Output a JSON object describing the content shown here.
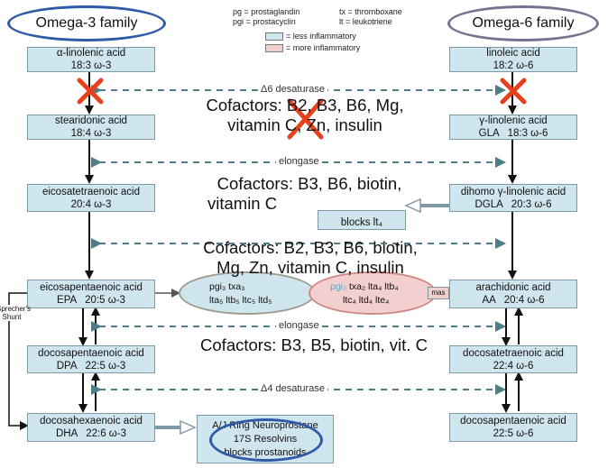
{
  "families": {
    "omega3": "Omega-3 family",
    "omega6": "Omega-6 family"
  },
  "legend": {
    "pg": "pg = prostaglandin",
    "tx": "tx = thromboxane",
    "pgi": "pgi = prostacyclin",
    "lt": "lt = leukotriene",
    "less": "= less inflammatory",
    "more": "= more inflammatory",
    "less_color": "#cfe6ee",
    "more_color": "#f3d0cf"
  },
  "omega3": [
    {
      "name": "α-linolenic acid",
      "code": "18:3 ω-3"
    },
    {
      "name": "stearidonic acid",
      "code": "18:4 ω-3"
    },
    {
      "name": "eicosatetraenoic acid",
      "code": "20:4 ω-3"
    },
    {
      "name": "eicosapentaenoic acid",
      "code": "EPA   20:5 ω-3"
    },
    {
      "name": "docosapentaenoic acid",
      "code": "DPA   22:5 ω-3"
    },
    {
      "name": "docosahexaenoic acid",
      "code": "DHA   22:6 ω-3"
    }
  ],
  "omega6": [
    {
      "name": "linoleic acid",
      "code": "18:2 ω-6"
    },
    {
      "name": "γ-linolenic acid",
      "code": "GLA   18:3 ω-6"
    },
    {
      "name": "dihomo γ-linolenic acid",
      "code": "DGLA   20:3 ω-6"
    },
    {
      "name": "arachidonic acid",
      "code": "AA   20:4 ω-6"
    },
    {
      "name": "docosatetraenoic acid",
      "code": "22:4 ω-6"
    },
    {
      "name": "docosapentaenoic acid",
      "code": "22:5 ω-6"
    }
  ],
  "enzymes": {
    "d6": "Δ6 desaturase",
    "elongase1": "elongase",
    "elongase2": "elongase",
    "d4": "Δ4 desaturase"
  },
  "cofactors": {
    "c1_line1": "Cofactors: B2, B3, B6, Mg,",
    "c1_line2": "vitamin C, Zn, insulin",
    "c2_line1": "Cofactors: B3, B6, biotin,",
    "c2_line2": "vitamin C",
    "c3_line1": "Cofactors: B2, B3, B6, biotin,",
    "c3_line2": "Mg, Zn, vitamin C, insulin",
    "c4": "Cofactors: B3, B5, biotin, vit. C"
  },
  "eicosanoids": {
    "blocks_lt4": "blocks lt₄",
    "epa_line1": "pgi₃  txa₃",
    "epa_line2": "lta₅ ltb₅ ltc₅ ltd₅",
    "aa_line1a": "pgi₂",
    "aa_line1b": " txa₂ lta₄ ltb₄",
    "aa_line2": "ltc₄ ltd₄ lte₄",
    "mask": "mas"
  },
  "shunt": "Sprecher's Shunt",
  "dha_products": {
    "line1": "A/J Ring Neuroprostane",
    "line2": "17S Resolvins",
    "line3": "blocks prostanoids"
  }
}
